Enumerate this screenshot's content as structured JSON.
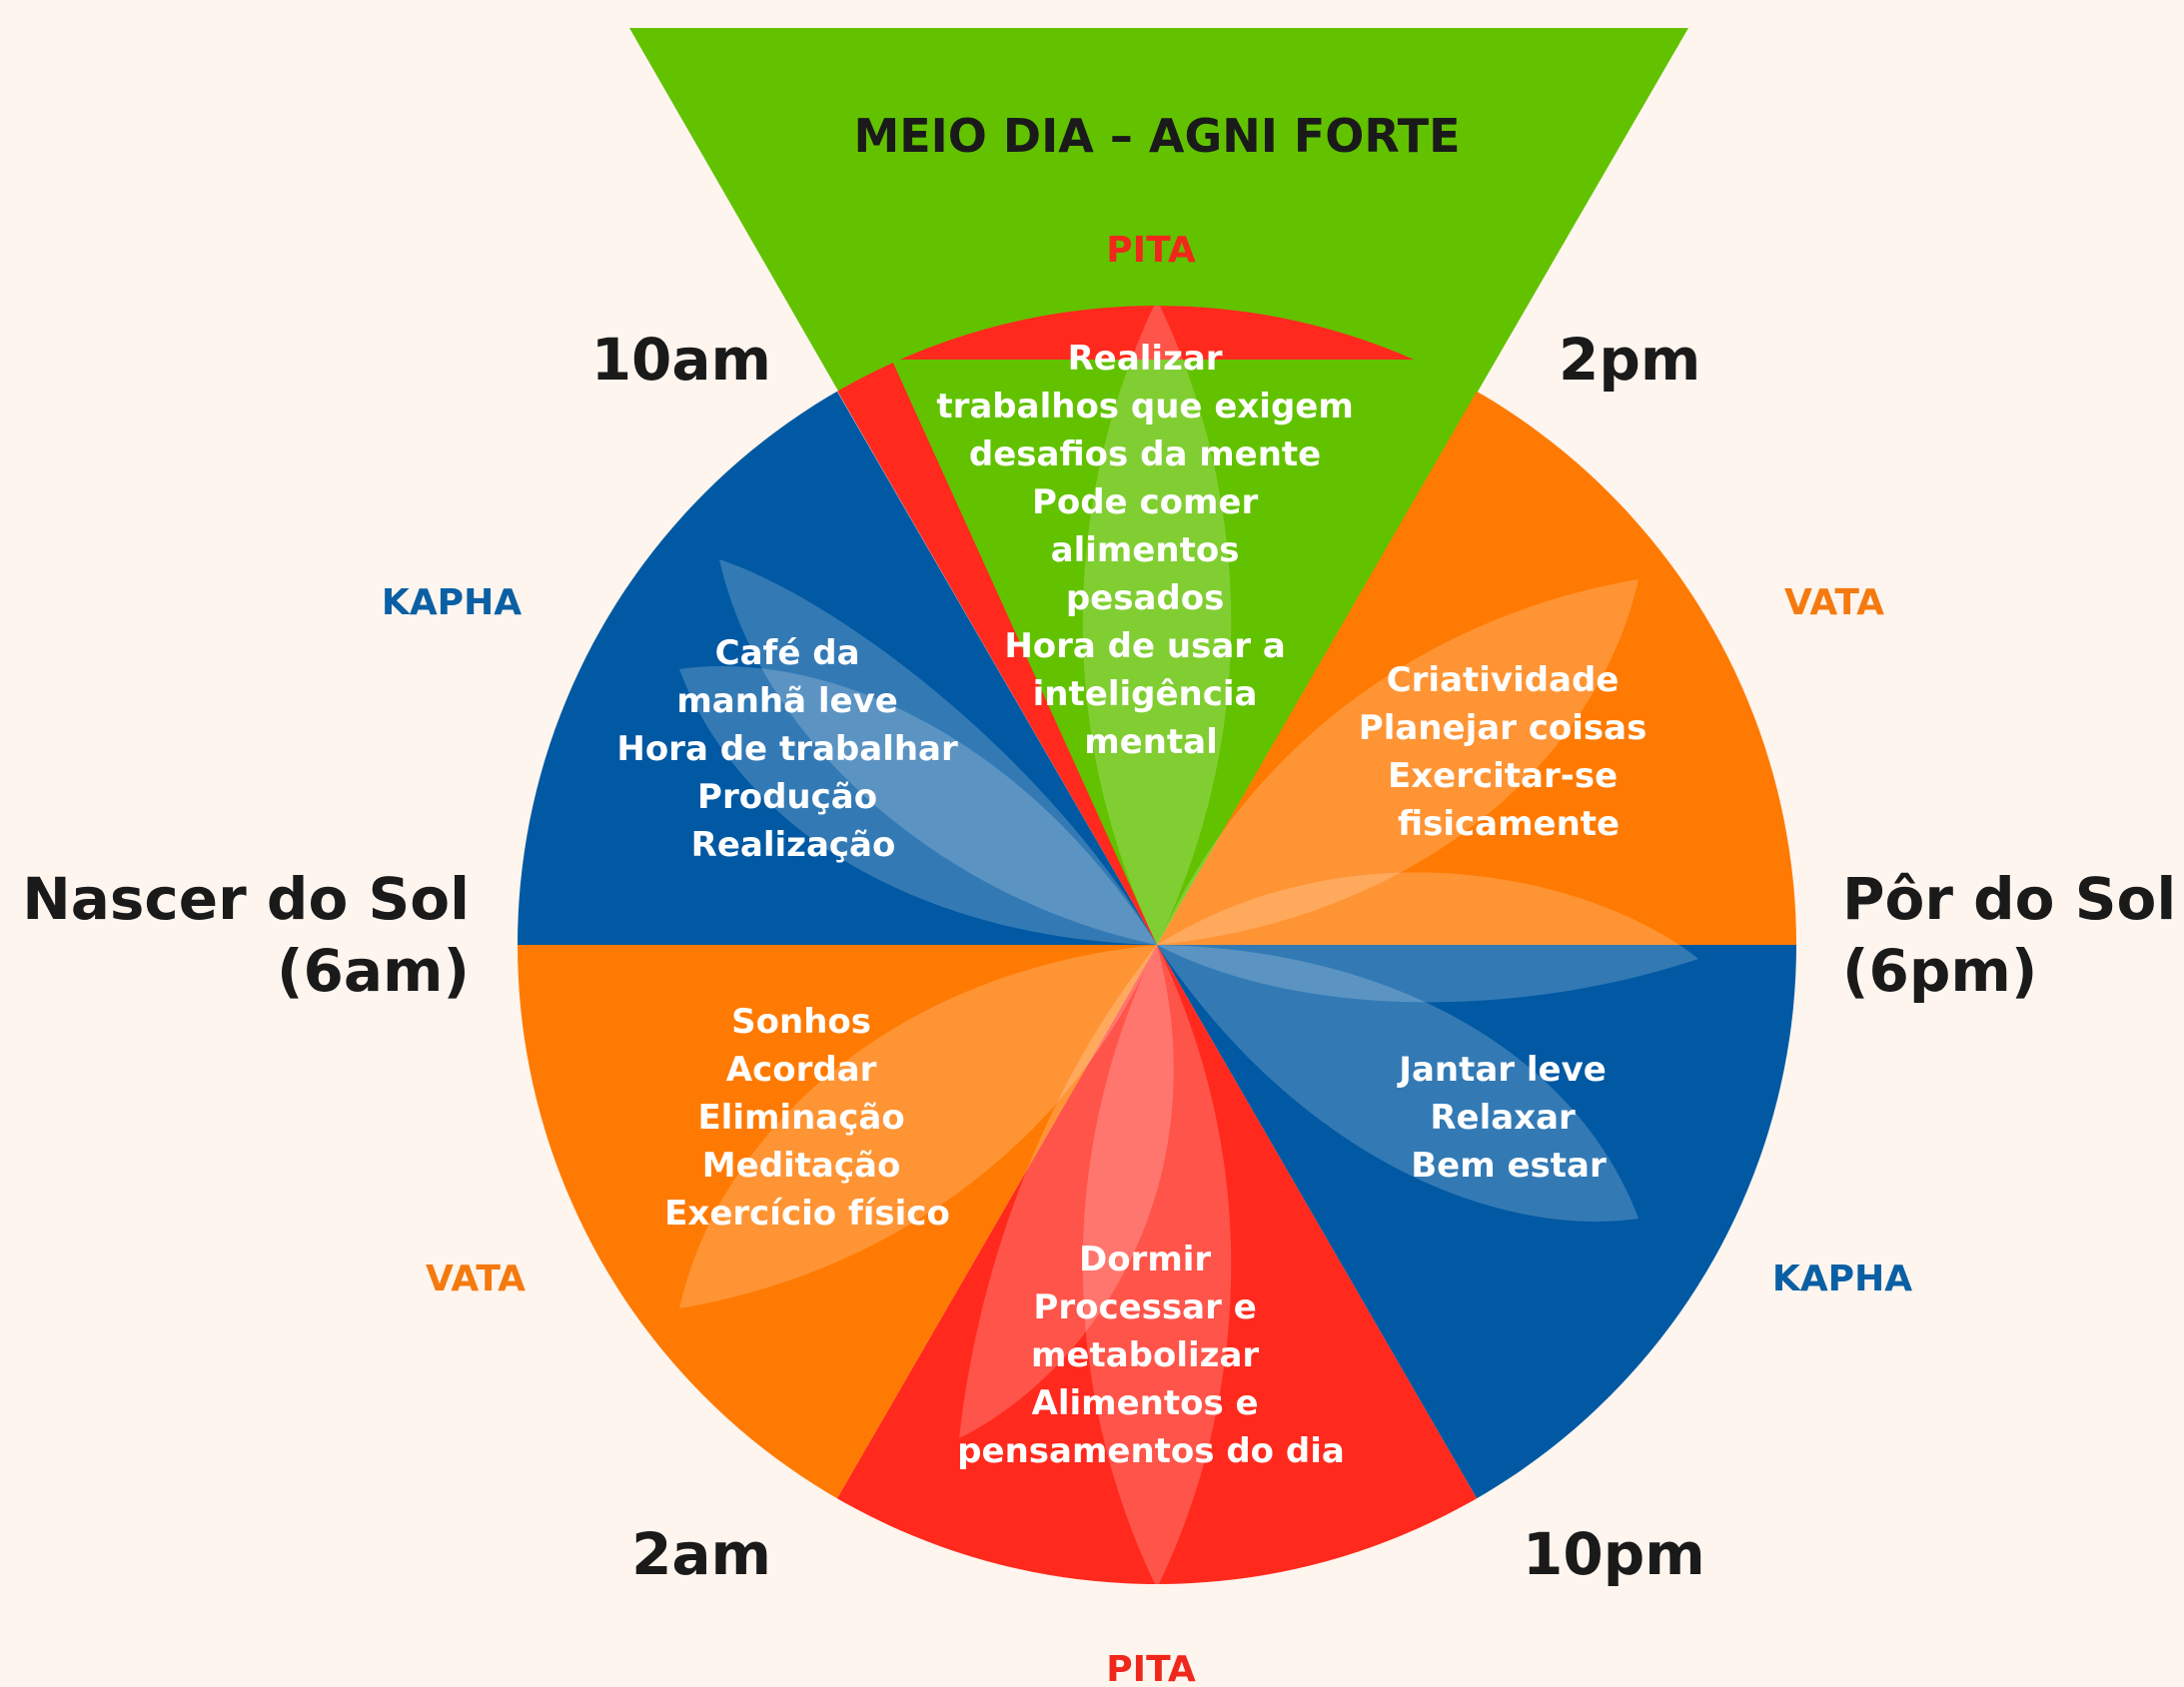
{
  "colors": {
    "background": "#fdf5ee",
    "funnel_green": "#62c200",
    "pitta_red": "#ff2a1d",
    "kapha_blue": "#0159a3",
    "vata_orange": "#ff7a02",
    "dark_text": "#1a1a1a",
    "light_text": "#ffffff",
    "pitta_label": "#f0281c",
    "kapha_label": "#0b5fa4",
    "vata_label": "#f47a10"
  },
  "banner": {
    "title": "MEIO DIA – AGNI FORTE"
  },
  "time_labels": {
    "top_left": "10am",
    "top_right": "2pm",
    "bottom_left": "2am",
    "bottom_right": "10pm",
    "left": [
      "Nascer do Sol",
      "(6am)"
    ],
    "right": [
      "Pôr do Sol",
      "(6pm)"
    ]
  },
  "dosha_labels": {
    "top": "PITA",
    "bottom": "PITA",
    "upper_left": "KAPHA",
    "lower_right": "KAPHA",
    "upper_right": "VATA",
    "lower_left": "VATA"
  },
  "segments": {
    "top": {
      "dosha": "pitta",
      "lines": [
        "Realizar",
        "trabalhos que exigem",
        "desafios da mente",
        "Pode comer",
        "alimentos",
        "pesados",
        "Hora de usar a",
        "inteligência",
        "mental"
      ]
    },
    "upper_right": {
      "dosha": "vata",
      "lines": [
        "Criatividade",
        "Planejar coisas",
        "Exercitar-se",
        "fisicamente"
      ]
    },
    "lower_right": {
      "dosha": "kapha",
      "lines": [
        "Jantar leve",
        "Relaxar",
        "Bem estar"
      ]
    },
    "bottom": {
      "dosha": "pitta",
      "lines": [
        "Dormir",
        "Processar e",
        "metabolizar",
        "Alimentos e",
        "pensamentos do dia"
      ]
    },
    "lower_left": {
      "dosha": "vata",
      "lines": [
        "Sonhos",
        "Acordar",
        "Eliminação",
        "Meditação",
        "Exercício físico"
      ]
    },
    "upper_left": {
      "dosha": "kapha",
      "lines": [
        "Café da",
        "manhã leve",
        "Hora de trabalhar",
        "Produção",
        "Realização"
      ]
    }
  }
}
